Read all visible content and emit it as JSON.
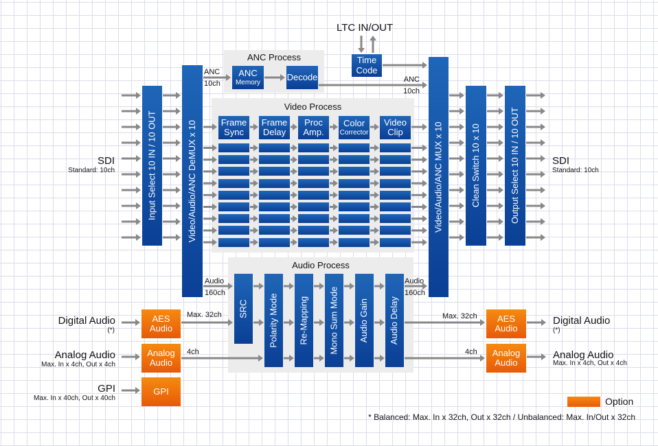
{
  "colors": {
    "block_blue": "#1a5cb0",
    "option_orange": "#f07010",
    "arrow_gray": "#888888",
    "panel_gray": "#ececec"
  },
  "ltc": {
    "label": "LTC IN/OUT"
  },
  "time_code": {
    "line1": "Time",
    "line2": "Code"
  },
  "anc_process": {
    "title": "ANC Process",
    "memory_line1": "ANC",
    "memory_line2": "Memory",
    "decode": "Decode",
    "in_label1": "ANC",
    "in_label2": "10ch",
    "out_label1": "ANC",
    "out_label2": "10ch"
  },
  "video_process": {
    "title": "Video Process",
    "stages": [
      {
        "line1": "Frame",
        "line2": "Sync"
      },
      {
        "line1": "Frame",
        "line2": "Delay"
      },
      {
        "line1": "Proc",
        "line2": "Amp."
      },
      {
        "line1": "Color",
        "line2": "Corrector"
      },
      {
        "line1": "Video",
        "line2": "Clip"
      }
    ],
    "channels": 10
  },
  "audio_process": {
    "title": "Audio Process",
    "stages": [
      "SRC",
      "Polarity Mode",
      "Re-Mapping",
      "Mono Sum Mode",
      "Audio Gain",
      "Audio Delay"
    ],
    "in_label1": "Audio",
    "in_label2": "160ch",
    "out_label1": "Audio",
    "out_label2": "160ch",
    "aes_in_label": "Max. 32ch",
    "analog_in_label": "4ch",
    "aes_out_label": "Max. 32ch",
    "analog_out_label": "4ch"
  },
  "blocks": {
    "input_select": "Input Select 10 IN / 10 OUT",
    "demux": "Video/Audio/ANC DeMUX x 10",
    "mux": "Video/Audio/ANC MUX x 10",
    "clean_switch": "Clean Switch 10 x 10",
    "output_select": "Output Select 10 IN / 10 OUT"
  },
  "io": {
    "sdi_in": {
      "title": "SDI",
      "sub": "Standard: 10ch"
    },
    "sdi_out": {
      "title": "SDI",
      "sub": "Standard: 10ch"
    },
    "digital_in": {
      "title": "Digital Audio",
      "sub": "(*)"
    },
    "digital_out": {
      "title": "Digital Audio",
      "sub": "(*)"
    },
    "analog_in": {
      "title": "Analog Audio",
      "sub": "Max. In x 4ch, Out x 4ch"
    },
    "analog_out": {
      "title": "Analog Audio",
      "sub": "Max. In x 4ch, Out x 4ch"
    },
    "gpi_in": {
      "title": "GPI",
      "sub": "Max. In x 40ch, Out x 40ch"
    }
  },
  "options": {
    "aes_line1": "AES",
    "aes_line2": "Audio",
    "analog_line1": "Analog",
    "analog_line2": "Audio",
    "gpi": "GPI"
  },
  "legend": {
    "option": "Option"
  },
  "footnote": "* Balanced: Max. In x 32ch, Out x 32ch / Unbalanced: Max. In/Out x 32ch"
}
